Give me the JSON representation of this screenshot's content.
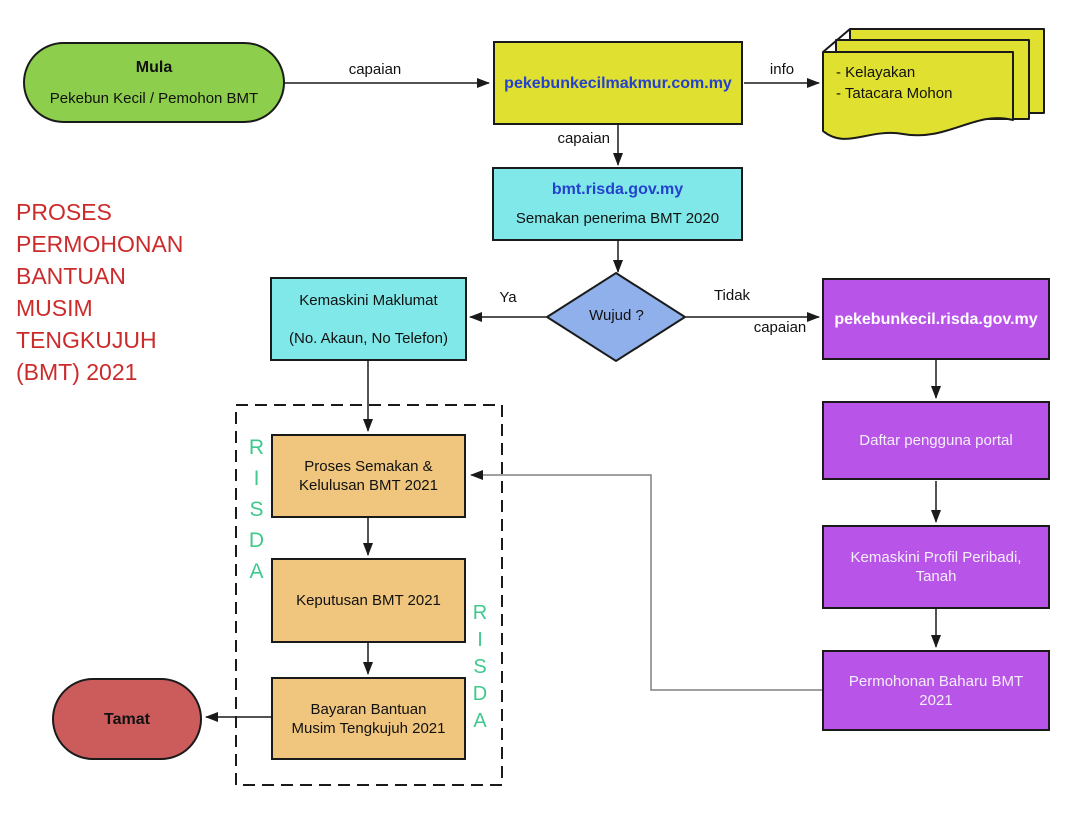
{
  "page": {
    "title": "PROSES\nPERMOHONAN\nBANTUAN\nMUSIM\nTENGKUJUH\n(BMT) 2021",
    "title_color": "#cc2b2b",
    "background": "#ffffff"
  },
  "watermark": {
    "text": "RISDA",
    "color": "#3fc98d"
  },
  "nodes": {
    "mula": {
      "title": "Mula",
      "subtitle": "Pekebun Kecil / Pemohon BMT",
      "fill": "#8dce4c"
    },
    "portal_makmur": {
      "url": "pekebunkecilmakmur.com.my",
      "fill": "#e0e030",
      "url_color": "#2442cb"
    },
    "info_doc": {
      "label": "- Kelayakan\n- Tatacara Mohon",
      "fill": "#e0e030"
    },
    "bmt_portal": {
      "url": "bmt.risda.gov.my",
      "label": "Semakan penerima BMT 2020",
      "fill": "#80e8e8"
    },
    "decision": {
      "label": "Wujud ?",
      "fill": "#8fb0ea"
    },
    "kemaskini_maklumat": {
      "label": "Kemaskini Maklumat\n\n(No. Akaun, No Telefon)",
      "fill": "#80e8e8"
    },
    "portal_pekebunkecil": {
      "url": "pekebunkecil.risda.gov.my",
      "fill": "#b855e8"
    },
    "daftar_pengguna": {
      "label": "Daftar pengguna portal",
      "fill": "#b855e8"
    },
    "kemaskini_profil": {
      "label": "Kemaskini Profil Peribadi,\nTanah",
      "fill": "#b855e8"
    },
    "permohonan_baharu": {
      "label": "Permohonan Baharu BMT\n2021",
      "fill": "#b855e8"
    },
    "proses_semakan": {
      "label": "Proses Semakan &\nKelulusan BMT 2021",
      "fill": "#f0c67e"
    },
    "keputusan": {
      "label": "Keputusan BMT 2021",
      "fill": "#f0c67e"
    },
    "bayaran": {
      "label": "Bayaran Bantuan\nMusim Tengkujuh 2021",
      "fill": "#f0c67e"
    },
    "tamat": {
      "label": "Tamat",
      "fill": "#cc5c5c"
    }
  },
  "edge_labels": {
    "mula_to_portal": "capaian",
    "portal_to_info": "info",
    "portal_to_bmt": "capaian",
    "decision_yes": "Ya",
    "decision_no": "Tidak",
    "decision_no_capaian": "capaian"
  }
}
